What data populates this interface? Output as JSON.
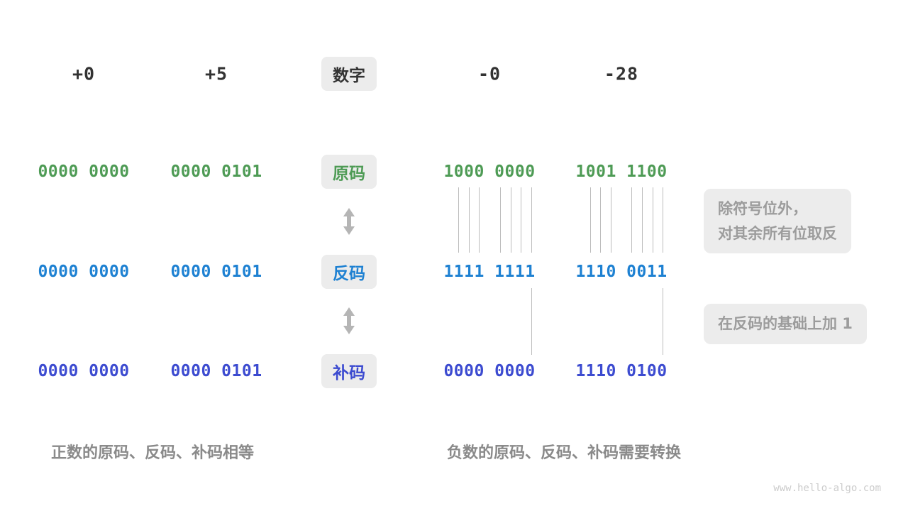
{
  "headers": [
    "+0",
    "+5",
    "数字",
    "-0",
    "-28"
  ],
  "rows": [
    {
      "label": "原码",
      "color": "#4e9b55",
      "values": [
        "0000 0000",
        "0000 0101",
        "1000 0000",
        "1001 1100"
      ]
    },
    {
      "label": "反码",
      "color": "#1e81d2",
      "values": [
        "0000 0000",
        "0000 0101",
        "1111 1111",
        "1110 0011"
      ]
    },
    {
      "label": "补码",
      "color": "#3c4bd0",
      "values": [
        "0000 0000",
        "0000 0101",
        "0000 0000",
        "1110 0100"
      ]
    }
  ],
  "annotations": {
    "invert_line1": "除符号位外，",
    "invert_line2": "对其余所有位取反",
    "add_one": "在反码的基础上加 1"
  },
  "captions": {
    "positive": "正数的原码、反码、补码相等",
    "negative": "负数的原码、反码、补码需要转换"
  },
  "watermark": "www.hello-algo.com",
  "colors": {
    "badge_bg": "#ececec",
    "header_text": "#333333",
    "gray_text": "#9c9c9c",
    "arrow": "#b5b5b5",
    "line": "#bcbcbc"
  }
}
